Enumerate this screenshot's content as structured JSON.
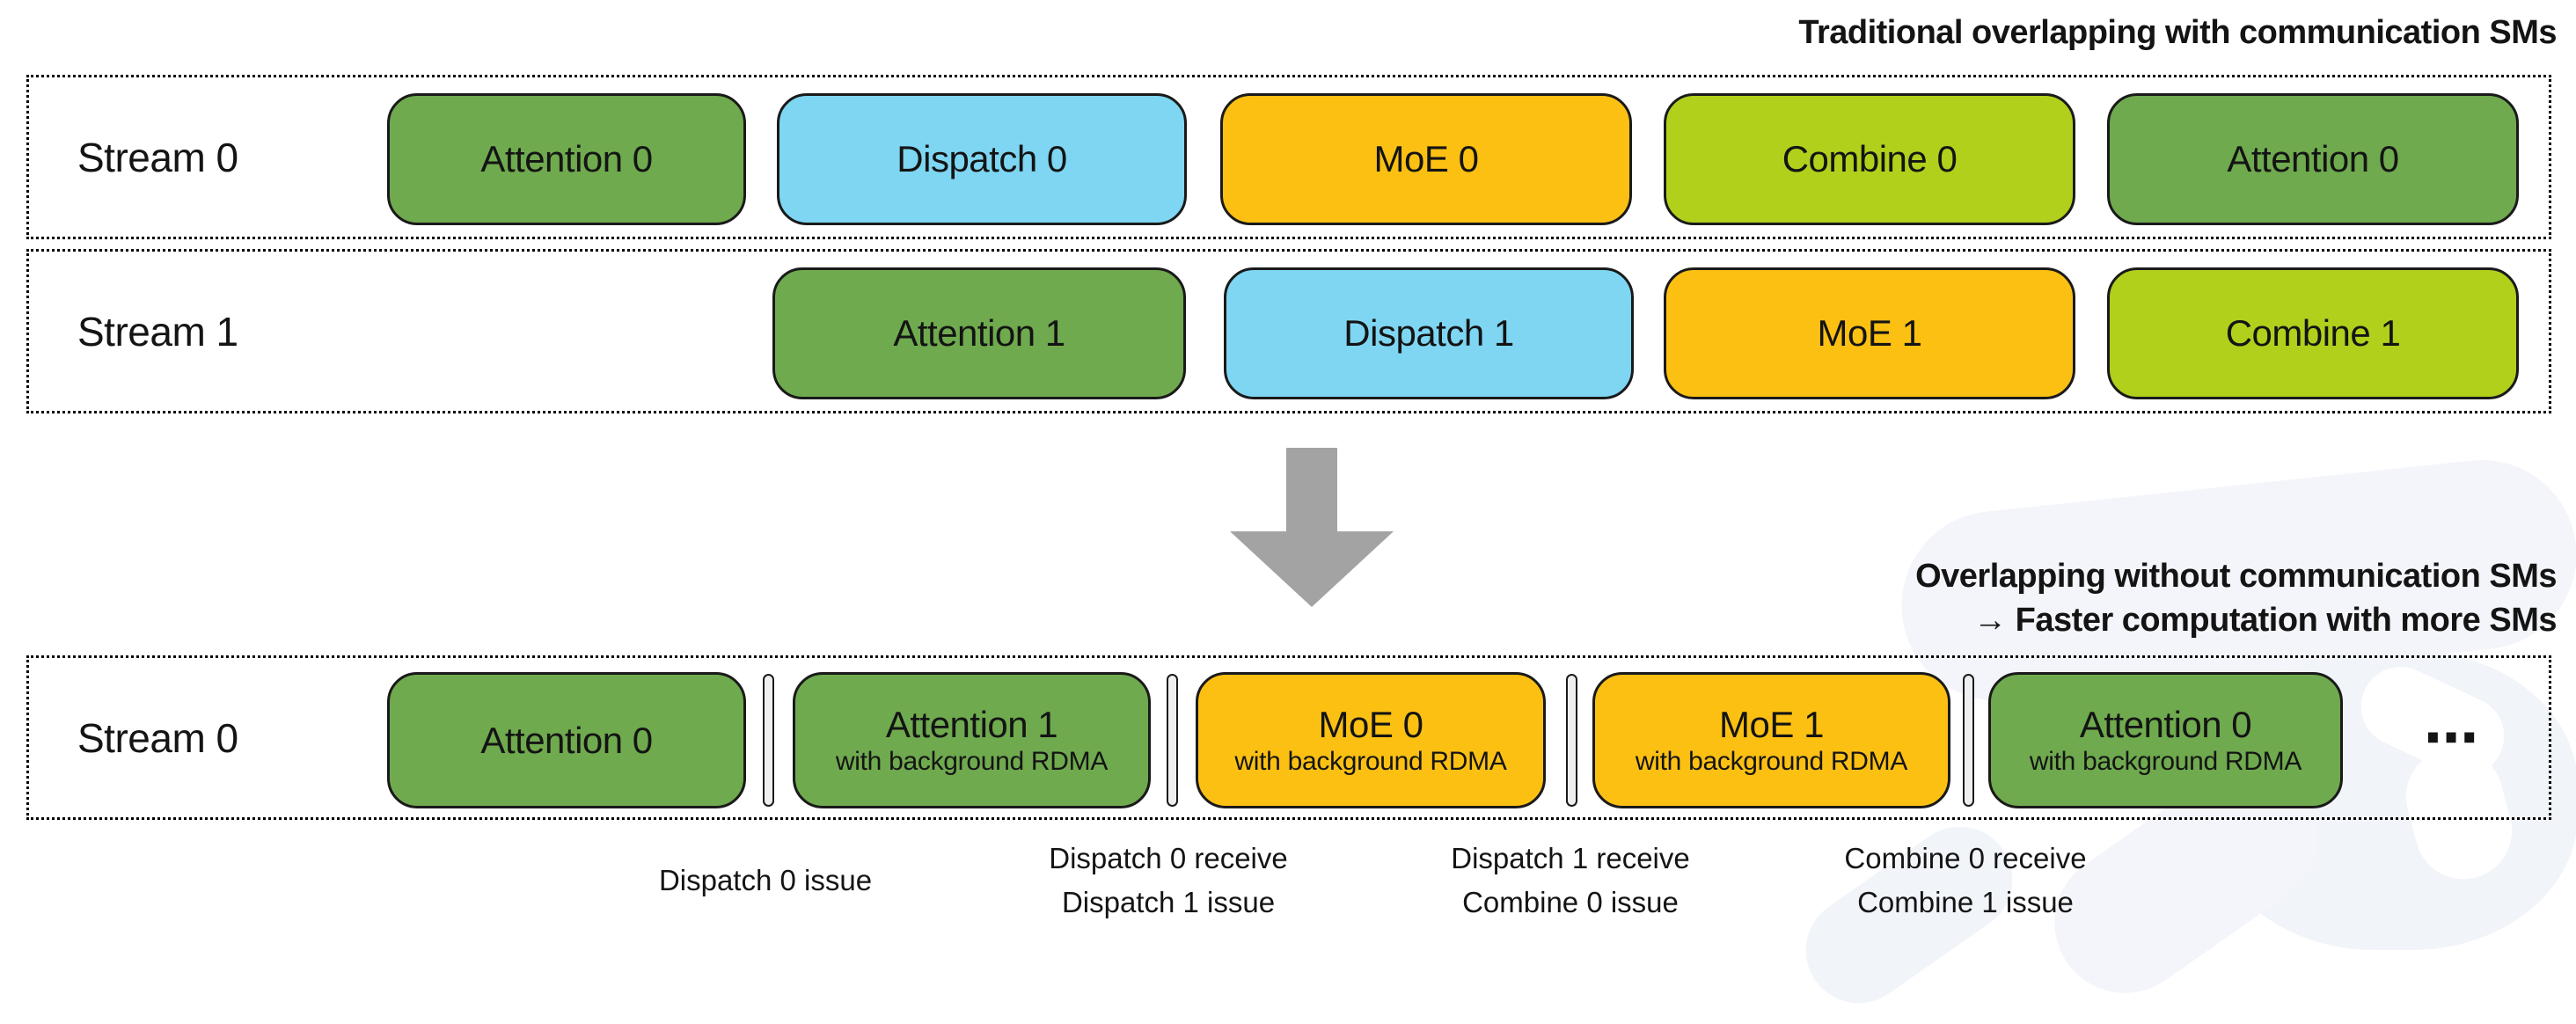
{
  "titles": {
    "traditional": "Traditional overlapping with communication SMs",
    "overlap_line1": "Overlapping without communication SMs",
    "overlap_line2": "→ Faster computation with more SMs"
  },
  "colors": {
    "attention": "#6faa4e",
    "dispatch": "#7ed6f2",
    "moe": "#fcc013",
    "combine": "#b0d01c",
    "arrow": "#a3a3a3",
    "separator_fill": "#efefef"
  },
  "top_section": {
    "rows": [
      {
        "label": "Stream 0",
        "blocks": [
          {
            "label": "Attention 0",
            "type": "attention"
          },
          {
            "label": "Dispatch 0",
            "type": "dispatch"
          },
          {
            "label": "MoE 0",
            "type": "moe"
          },
          {
            "label": "Combine 0",
            "type": "combine"
          },
          {
            "label": "Attention 0",
            "type": "attention"
          }
        ]
      },
      {
        "label": "Stream 1",
        "blocks": [
          {
            "label": "Attention 1",
            "type": "attention"
          },
          {
            "label": "Dispatch 1",
            "type": "dispatch"
          },
          {
            "label": "MoE 1",
            "type": "moe"
          },
          {
            "label": "Combine 1",
            "type": "combine"
          }
        ]
      }
    ]
  },
  "bottom_section": {
    "row_label": "Stream 0",
    "blocks": [
      {
        "label": "Attention 0",
        "sublabel": "",
        "type": "attention"
      },
      {
        "label": "Attention 1",
        "sublabel": "with background RDMA",
        "type": "attention"
      },
      {
        "label": "MoE 0",
        "sublabel": "with background RDMA",
        "type": "moe"
      },
      {
        "label": "MoE 1",
        "sublabel": "with background RDMA",
        "type": "moe"
      },
      {
        "label": "Attention 0",
        "sublabel": "with background RDMA",
        "type": "attention"
      }
    ],
    "ellipsis": "⋯",
    "annotations": [
      {
        "line1": "Dispatch 0 issue",
        "line2": ""
      },
      {
        "line1": "Dispatch 0 receive",
        "line2": "Dispatch 1 issue"
      },
      {
        "line1": "Dispatch 1 receive",
        "line2": "Combine 0 issue"
      },
      {
        "line1": "Combine 0 receive",
        "line2": "Combine 1 issue"
      }
    ]
  }
}
